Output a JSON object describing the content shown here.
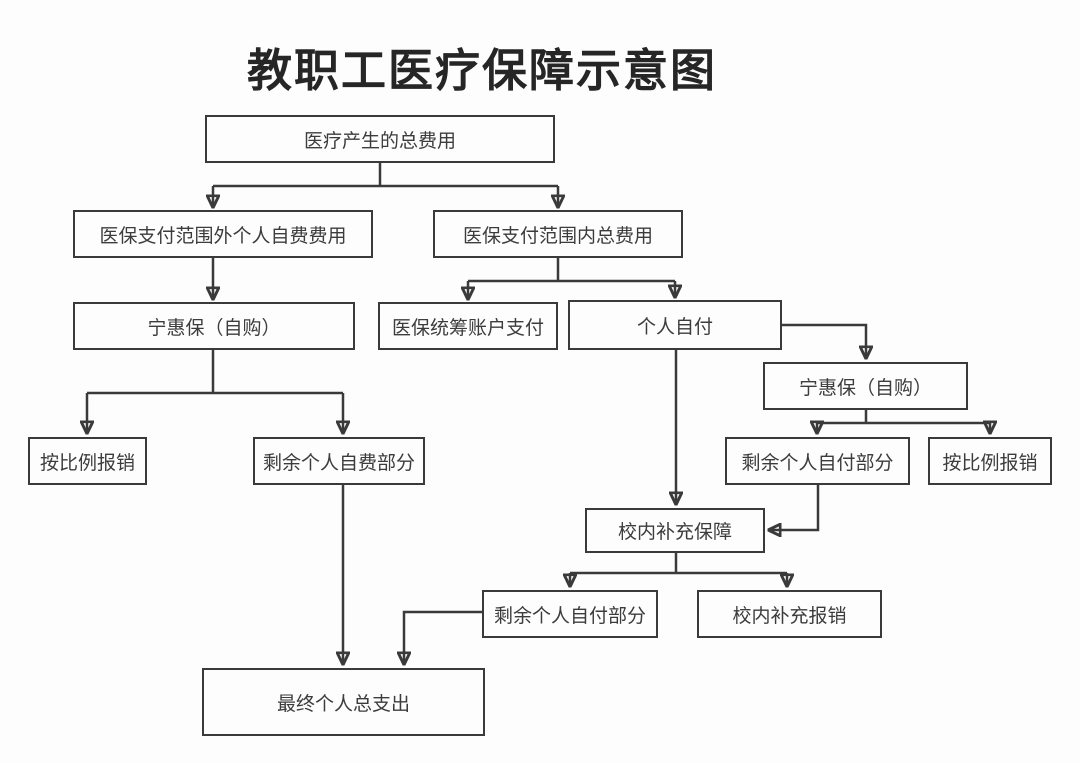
{
  "page": {
    "title": "教职工医疗保障示意图"
  },
  "flowchart": {
    "nodes": {
      "total_cost": "医疗产生的总费用",
      "out_of_scope_self_paid": "医保支付范围外个人自费费用",
      "in_scope_total": "医保支付范围内总费用",
      "ninghuibao_left": "宁惠保（自购）",
      "pooled_account_pay": "医保统筹账户支付",
      "personal_self_pay": "个人自付",
      "ninghuibao_right": "宁惠保（自购）",
      "proportional_reimburse_left": "按比例报销",
      "remaining_self_paid_part": "剩余个人自费部分",
      "remaining_self_pay_right": "剩余个人自付部分",
      "proportional_reimburse_right": "按比例报销",
      "campus_supplement_cover": "校内补充保障",
      "remaining_self_pay_bottom": "剩余个人自付部分",
      "campus_supplement_reimburse": "校内补充报销",
      "final_total_spend": "最终个人总支出"
    },
    "colors": {
      "line": "#3a3a3a",
      "box_border": "#3a3a3a",
      "text": "#3c3c3c",
      "background": "#fdfdfd"
    }
  }
}
